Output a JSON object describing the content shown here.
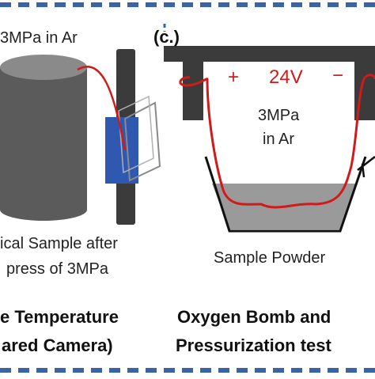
{
  "panel_c": {
    "label": "(c.)",
    "plus": "+",
    "voltage": "24V",
    "minus": "−",
    "pressure_line1": "3MPa",
    "pressure_line2": "in Ar",
    "powder_label": "Sample Powder",
    "caption_line1": "Oxygen Bomb and",
    "caption_line2": "Pressurization test"
  },
  "panel_b": {
    "pressure_label": "3MPa in Ar",
    "sample_caption_line1": "ical Sample after",
    "sample_caption_line2": "press of 3MPa",
    "caption_line1": "e Temperature",
    "caption_line2": "ared Camera)"
  },
  "colors": {
    "border": "#3a63a8",
    "wire": "#d11a1a",
    "metal": "#3b3b3b",
    "cylinder": "#5b5b5b",
    "powder": "#9a9a9a",
    "sample_blue": "#2f58b0"
  }
}
